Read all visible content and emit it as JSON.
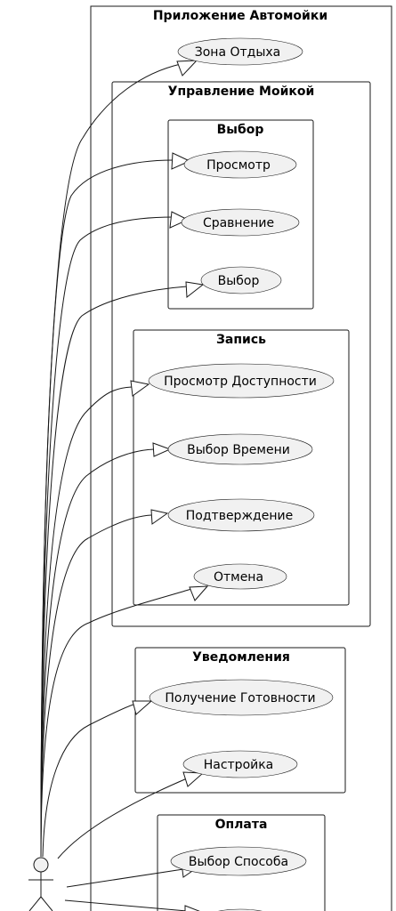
{
  "system": {
    "title": "Приложение Автомойки"
  },
  "packages": {
    "wash": {
      "title": "Управление Мойкой"
    },
    "select": {
      "title": "Выбор"
    },
    "booking": {
      "title": "Запись"
    },
    "notify": {
      "title": "Уведомления"
    },
    "payment": {
      "title": "Оплата"
    }
  },
  "usecases": {
    "lounge": "Зона Отдыха",
    "view": "Просмотр",
    "compare": "Сравнение",
    "choose": "Выбор",
    "availability": "Просмотр Доступности",
    "time": "Выбор Времени",
    "confirm": "Подтверждение",
    "cancel": "Отмена",
    "ready": "Получение Готовности",
    "settings": "Настройка",
    "method": "Выбор Способа"
  }
}
